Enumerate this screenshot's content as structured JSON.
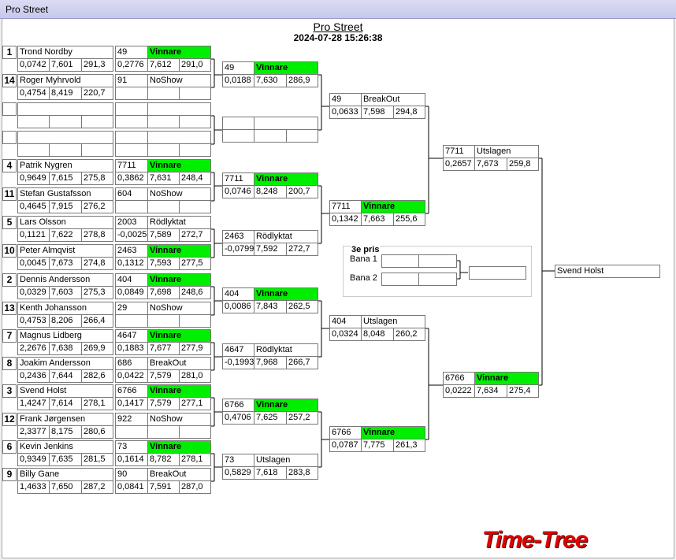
{
  "window": {
    "title": "Pro Street"
  },
  "header": {
    "title": "Pro Street",
    "datetime": "2024-07-28 15:26:38"
  },
  "round1": [
    {
      "seed": "1",
      "name": "Trond Nordby",
      "rt": "0,0742",
      "et": "7,601",
      "speed": "291,3",
      "num": "49",
      "status": "Vinnare",
      "r_rt": "0,2776",
      "r_et": "7,612",
      "r_speed": "291,0",
      "win": true
    },
    {
      "seed": "14",
      "name": "Roger Myhrvold",
      "rt": "0,4754",
      "et": "8,419",
      "speed": "220,7",
      "num": "91",
      "status": "NoShow",
      "r_rt": "",
      "r_et": "",
      "r_speed": "",
      "win": false
    },
    {
      "seed": "",
      "name": "",
      "rt": "",
      "et": "",
      "speed": "",
      "num": "",
      "status": "",
      "r_rt": "",
      "r_et": "",
      "r_speed": "",
      "win": false
    },
    {
      "seed": "",
      "name": "",
      "rt": "",
      "et": "",
      "speed": "",
      "num": "",
      "status": "",
      "r_rt": "",
      "r_et": "",
      "r_speed": "",
      "win": false
    },
    {
      "seed": "4",
      "name": "Patrik Nygren",
      "rt": "0,9649",
      "et": "7,615",
      "speed": "275,8",
      "num": "7711",
      "status": "Vinnare",
      "r_rt": "0,3862",
      "r_et": "7,631",
      "r_speed": "248,4",
      "win": true
    },
    {
      "seed": "11",
      "name": "Stefan Gustafsson",
      "rt": "0,4645",
      "et": "7,915",
      "speed": "276,2",
      "num": "604",
      "status": "NoShow",
      "r_rt": "",
      "r_et": "",
      "r_speed": "",
      "win": false
    },
    {
      "seed": "5",
      "name": "Lars Olsson",
      "rt": "0,1121",
      "et": "7,622",
      "speed": "278,8",
      "num": "2003",
      "status": "Rödlyktat",
      "r_rt": "-0,0025",
      "r_et": "7,589",
      "r_speed": "272,7",
      "win": false
    },
    {
      "seed": "10",
      "name": "Peter Almqvist",
      "rt": "0,0045",
      "et": "7,673",
      "speed": "274,8",
      "num": "2463",
      "status": "Vinnare",
      "r_rt": "0,1312",
      "r_et": "7,593",
      "r_speed": "277,5",
      "win": true
    },
    {
      "seed": "2",
      "name": "Dennis Andersson",
      "rt": "0,0329",
      "et": "7,603",
      "speed": "275,3",
      "num": "404",
      "status": "Vinnare",
      "r_rt": "0,0849",
      "r_et": "7,698",
      "r_speed": "248,6",
      "win": true
    },
    {
      "seed": "13",
      "name": "Kenth Johansson",
      "rt": "0,4753",
      "et": "8,206",
      "speed": "266,4",
      "num": "29",
      "status": "NoShow",
      "r_rt": "",
      "r_et": "",
      "r_speed": "",
      "win": false
    },
    {
      "seed": "7",
      "name": "Magnus Lidberg",
      "rt": "2,2676",
      "et": "7,638",
      "speed": "269,9",
      "num": "4647",
      "status": "Vinnare",
      "r_rt": "0,1883",
      "r_et": "7,677",
      "r_speed": "277,9",
      "win": true
    },
    {
      "seed": "8",
      "name": "Joakim Andersson",
      "rt": "0,2436",
      "et": "7,644",
      "speed": "282,6",
      "num": "686",
      "status": "BreakOut",
      "r_rt": "0,0422",
      "r_et": "7,579",
      "r_speed": "281,0",
      "win": false
    },
    {
      "seed": "3",
      "name": "Svend Holst",
      "rt": "1,4247",
      "et": "7,614",
      "speed": "278,1",
      "num": "6766",
      "status": "Vinnare",
      "r_rt": "0,1417",
      "r_et": "7,579",
      "r_speed": "277,1",
      "win": true
    },
    {
      "seed": "12",
      "name": "Frank  Jørgensen",
      "rt": "2,3377",
      "et": "8,175",
      "speed": "280,6",
      "num": "922",
      "status": "NoShow",
      "r_rt": "",
      "r_et": "",
      "r_speed": "",
      "win": false
    },
    {
      "seed": "6",
      "name": "Kevin Jenkins",
      "rt": "0,9349",
      "et": "7,635",
      "speed": "281,5",
      "num": "73",
      "status": "Vinnare",
      "r_rt": "0,1614",
      "r_et": "8,782",
      "r_speed": "278,1",
      "win": true
    },
    {
      "seed": "9",
      "name": "Billy Gane",
      "rt": "1,4633",
      "et": "7,650",
      "speed": "287,2",
      "num": "90",
      "status": "BreakOut",
      "r_rt": "0,0841",
      "r_et": "7,591",
      "r_speed": "287,0",
      "win": false
    }
  ],
  "round2": [
    {
      "num": "49",
      "status": "Vinnare",
      "rt": "0,0188",
      "et": "7,630",
      "speed": "286,9",
      "win": true
    },
    {
      "num": "",
      "status": "",
      "rt": "",
      "et": "",
      "speed": "",
      "win": false
    },
    {
      "num": "7711",
      "status": "Vinnare",
      "rt": "0,0746",
      "et": "8,248",
      "speed": "200,7",
      "win": true
    },
    {
      "num": "2463",
      "status": "Rödlyktat",
      "rt": "-0,0799",
      "et": "7,592",
      "speed": "272,7",
      "win": false
    },
    {
      "num": "404",
      "status": "Vinnare",
      "rt": "0,0086",
      "et": "7,843",
      "speed": "262,5",
      "win": true
    },
    {
      "num": "4647",
      "status": "Rödlyktat",
      "rt": "-0,1993",
      "et": "7,968",
      "speed": "266,7",
      "win": false
    },
    {
      "num": "6766",
      "status": "Vinnare",
      "rt": "0,4706",
      "et": "7,625",
      "speed": "257,2",
      "win": true
    },
    {
      "num": "73",
      "status": "Utslagen",
      "rt": "0,5829",
      "et": "7,618",
      "speed": "283,8",
      "win": false
    }
  ],
  "round3": [
    {
      "num": "49",
      "status": "BreakOut",
      "rt": "0,0633",
      "et": "7,598",
      "speed": "294,8",
      "win": false
    },
    {
      "num": "7711",
      "status": "Vinnare",
      "rt": "0,1342",
      "et": "7,663",
      "speed": "255,6",
      "win": true
    },
    {
      "num": "404",
      "status": "Utslagen",
      "rt": "0,0324",
      "et": "8,048",
      "speed": "260,2",
      "win": false
    },
    {
      "num": "6766",
      "status": "Vinnare",
      "rt": "0,0787",
      "et": "7,775",
      "speed": "261,3",
      "win": true
    }
  ],
  "round4": [
    {
      "num": "7711",
      "status": "Utslagen",
      "rt": "0,2657",
      "et": "7,673",
      "speed": "259,8",
      "win": false
    },
    {
      "num": "6766",
      "status": "Vinnare",
      "rt": "0,0222",
      "et": "7,634",
      "speed": "275,4",
      "win": true
    }
  ],
  "final": {
    "winner": "Svend Holst"
  },
  "bronze": {
    "title": "3e pris",
    "lane1": "Bana 1",
    "lane2": "Bana 2"
  },
  "logo": {
    "text": "Time-Tree"
  },
  "colors": {
    "winner": "#00ee00",
    "logo": "#e00000"
  }
}
